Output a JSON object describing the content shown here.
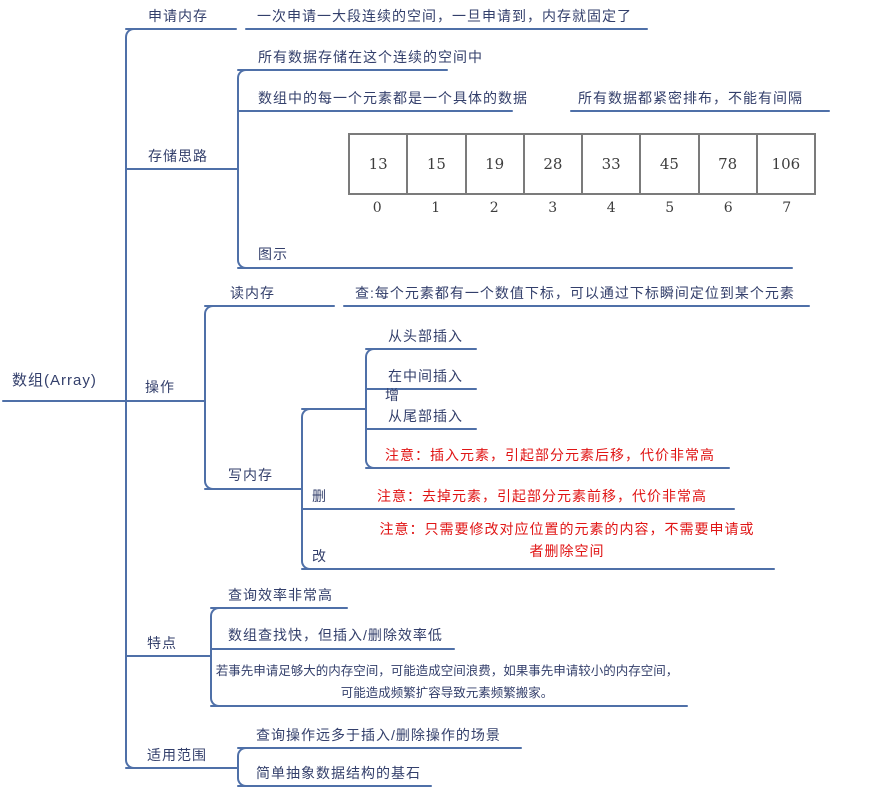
{
  "colors": {
    "topic_text": "#333f6b",
    "branch_line": "#4f70a8",
    "warning_text": "#e01515",
    "table_border": "#7b7b7b",
    "table_text": "#3d3d3d",
    "background": "#ffffff"
  },
  "root": {
    "label": "数组(Array)"
  },
  "nodes": {
    "apply_label": "申请内存",
    "apply_note": "一次申请一大段连续的空间，一旦申请到，内存就固定了",
    "storage_label": "存储思路",
    "storage_c1": "所有数据存储在这个连续的空间中",
    "storage_c2": "数组中的每一个元素都是一个具体的数据",
    "storage_c2_note": "所有数据都紧密排布，不能有间隔",
    "diagram_label": "图示",
    "ops_label": "操作",
    "read_label": "读内存",
    "read_note": "查:每个元素都有一个数值下标，可以通过下标瞬间定位到某个元素",
    "write_label": "写内存",
    "add_label": "增",
    "add_head": "从头部插入",
    "add_mid": "在中间插入",
    "add_tail": "从尾部插入",
    "add_warn": "注意：插入元素，引起部分元素后移，代价非常高",
    "del_label": "删",
    "del_warn": "注意：去掉元素，引起部分元素前移，代价非常高",
    "mod_label": "改",
    "mod_warn": "注意：只需要修改对应位置的元素的内容，不需要申请或者删除空间",
    "feat_label": "特点",
    "feat_1": "查询效率非常高",
    "feat_2": "数组查找快，但插入/删除效率低",
    "feat_3": "若事先申请足够大的内存空间，可能造成空间浪费，如果事先申请较小的内存空间，可能造成频繁扩容导致元素频繁搬家。",
    "scope_label": "适用范围",
    "scope_1": "查询操作远多于插入/删除操作的场景",
    "scope_2": "简单抽象数据结构的基石"
  },
  "array_table": {
    "values": [
      "13",
      "15",
      "19",
      "28",
      "33",
      "45",
      "78",
      "106"
    ],
    "indices": [
      "0",
      "1",
      "2",
      "3",
      "4",
      "5",
      "6",
      "7"
    ]
  }
}
